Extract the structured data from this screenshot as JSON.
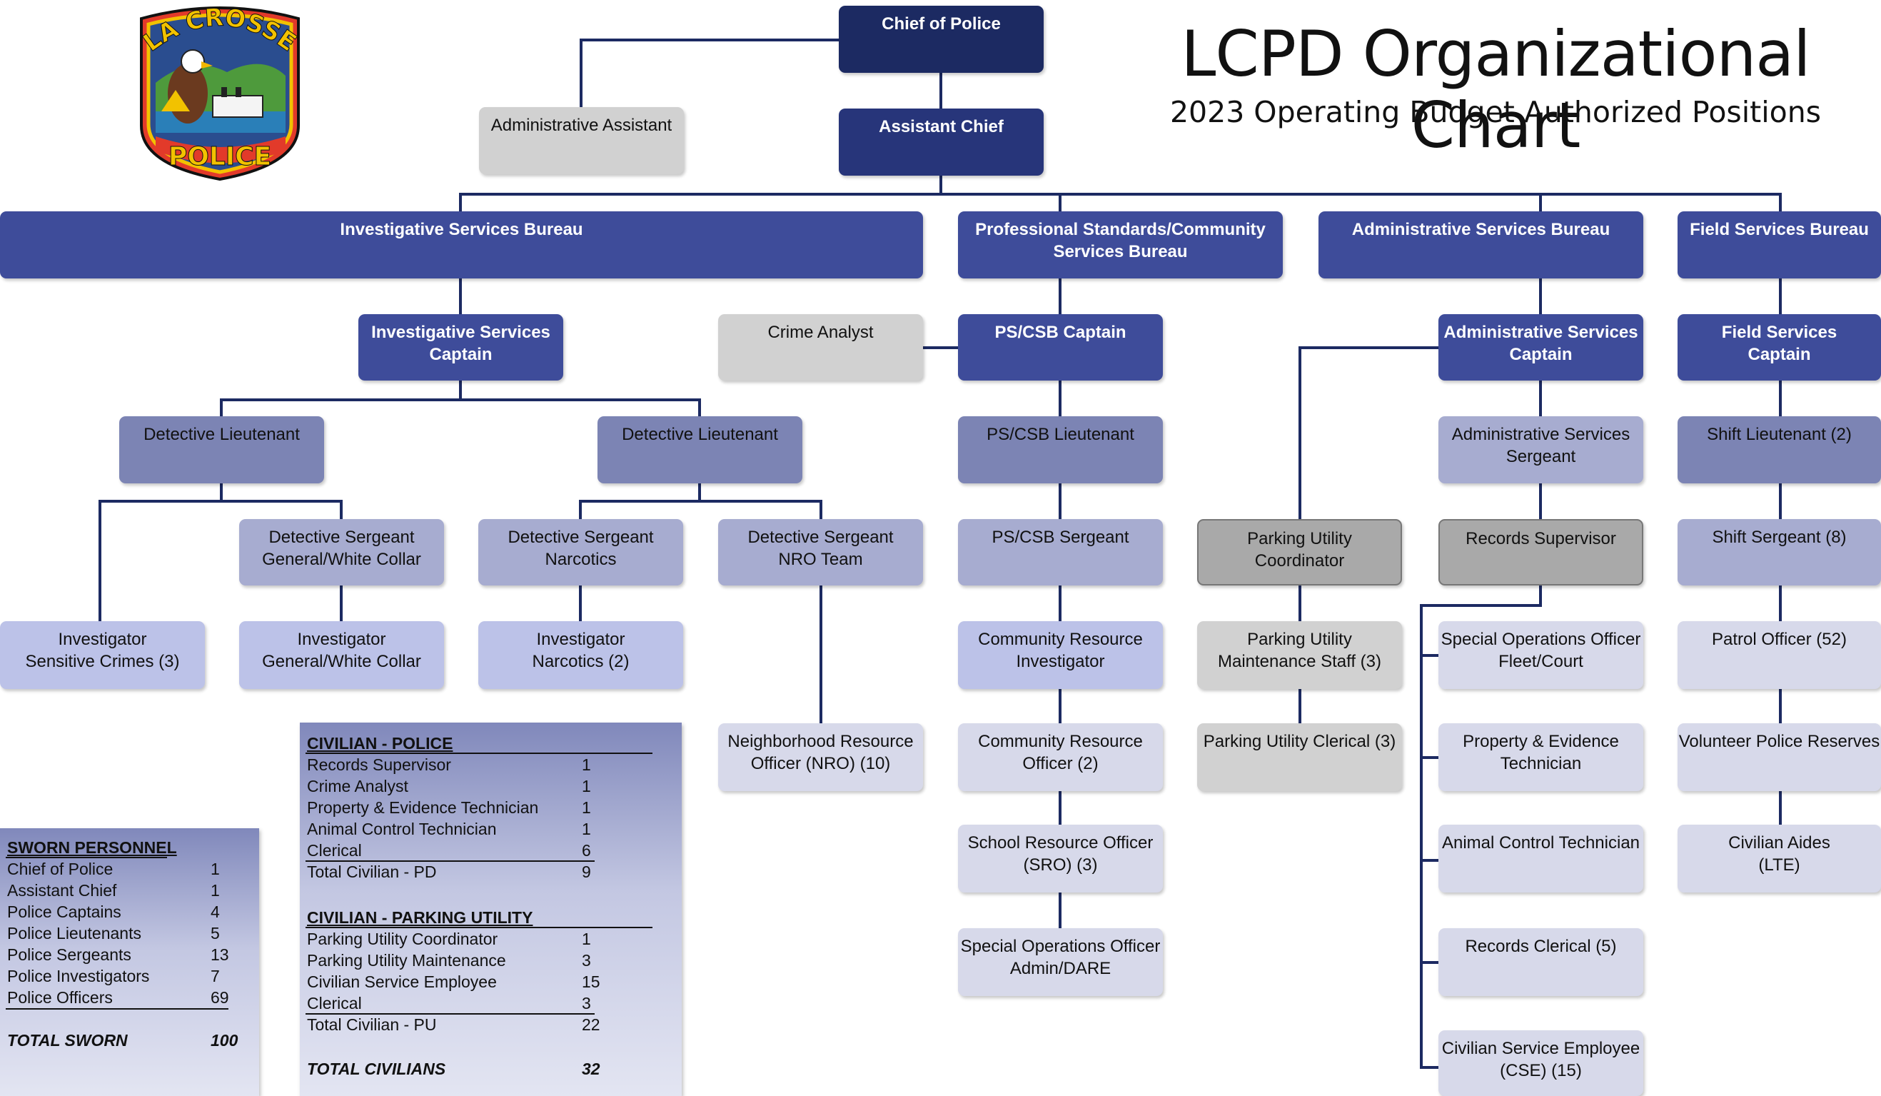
{
  "title": "LCPD Organizational Chart",
  "subtitle": "2023 Operating Budget Authorized Positions",
  "logo": {
    "top_text": "LA CROSSE",
    "bottom_text": "POLICE",
    "icon": "police-badge-icon"
  },
  "colors": {
    "navy": "#1c2a62",
    "bureau": "#3e4c9a",
    "lieutenant": "#7c84b4",
    "sergeant": "#a7acd0",
    "investigator": "#bcc2e8",
    "pale": "#d7d9ea",
    "civilian_gray": "#d1d1d1",
    "civilian_dark": "#a9a9a9",
    "connector": "#1c2a62"
  },
  "boxes": {
    "chief": [
      "Chief of Police"
    ],
    "admin_assistant": [
      "Administrative Assistant"
    ],
    "assistant_chief": [
      "Assistant Chief"
    ],
    "isb": [
      "Investigative Services Bureau"
    ],
    "pscsb": [
      "Professional Standards/Community",
      "Services Bureau"
    ],
    "asb": [
      "Administrative Services Bureau"
    ],
    "fsb": [
      "Field Services Bureau"
    ],
    "is_captain": [
      "Investigative Services",
      "Captain"
    ],
    "crime_analyst": [
      "Crime Analyst"
    ],
    "ps_captain": [
      "PS/CSB Captain"
    ],
    "as_captain": [
      "Administrative Services",
      "Captain"
    ],
    "fs_captain": [
      "Field Services",
      "Captain"
    ],
    "det_lt_1": [
      "Detective Lieutenant"
    ],
    "det_lt_2": [
      "Detective Lieutenant"
    ],
    "ps_lt": [
      "PS/CSB Lieutenant"
    ],
    "as_sgt": [
      "Administrative Services",
      "Sergeant"
    ],
    "shift_lt": [
      "Shift Lieutenant (2)"
    ],
    "det_sgt_gwc": [
      "Detective Sergeant",
      "General/White Collar"
    ],
    "det_sgt_narc": [
      "Detective Sergeant",
      "Narcotics"
    ],
    "det_sgt_nro": [
      "Detective Sergeant",
      "NRO Team"
    ],
    "ps_sgt": [
      "PS/CSB Sergeant"
    ],
    "parking_coord": [
      "Parking Utility",
      "Coordinator"
    ],
    "records_sup": [
      "Records Supervisor"
    ],
    "shift_sgt": [
      "Shift Sergeant (8)"
    ],
    "inv_sensitive": [
      "Investigator",
      "Sensitive Crimes (3)"
    ],
    "inv_gwc": [
      "Investigator",
      "General/White Collar"
    ],
    "inv_narc": [
      "Investigator",
      "Narcotics (2)"
    ],
    "cri": [
      "Community Resource",
      "Investigator"
    ],
    "parking_maint": [
      "Parking Utility",
      "Maintenance Staff (3)"
    ],
    "soo_fleet": [
      "Special Operations Officer",
      "Fleet/Court"
    ],
    "patrol": [
      "Patrol Officer (52)"
    ],
    "nro": [
      "Neighborhood Resource",
      "Officer (NRO) (10)"
    ],
    "cro": [
      "Community Resource",
      "Officer (2)"
    ],
    "parking_clerical": [
      "Parking Utility Clerical (3)"
    ],
    "prop_tech": [
      "Property & Evidence",
      "Technician"
    ],
    "volunteer": [
      "Volunteer Police Reserves"
    ],
    "sro": [
      "School Resource Officer",
      "(SRO) (3)"
    ],
    "animal": [
      "Animal Control Technician"
    ],
    "civ_aides": [
      "Civilian Aides",
      "(LTE)"
    ],
    "soo_dare": [
      "Special Operations Officer",
      "Admin/DARE"
    ],
    "records_clerical": [
      "Records Clerical (5)"
    ],
    "cse": [
      "Civilian Service Employee",
      "(CSE) (15)"
    ]
  },
  "sworn_table": {
    "heading": "SWORN PERSONNEL",
    "rows": [
      {
        "label": "Chief of Police",
        "value": "1"
      },
      {
        "label": "Assistant Chief",
        "value": "1"
      },
      {
        "label": "Police Captains",
        "value": "4"
      },
      {
        "label": "Police Lieutenants",
        "value": "5"
      },
      {
        "label": "Police Sergeants",
        "value": "13"
      },
      {
        "label": "Police Investigators",
        "value": "7"
      },
      {
        "label": "Police Officers",
        "value": "69"
      }
    ],
    "total_label": "TOTAL SWORN",
    "total_value": "100"
  },
  "civilian_table": {
    "police_heading": "CIVILIAN - POLICE",
    "police_rows": [
      {
        "label": "Records Supervisor",
        "value": "1"
      },
      {
        "label": "Crime Analyst",
        "value": "1"
      },
      {
        "label": "Property & Evidence Technician",
        "value": "1"
      },
      {
        "label": "Animal Control Technician",
        "value": "1"
      },
      {
        "label": "Clerical",
        "value": "6"
      }
    ],
    "police_total_label": "Total Civilian - PD",
    "police_total_value": "9",
    "parking_heading": "CIVILIAN - PARKING UTILITY",
    "parking_rows": [
      {
        "label": "Parking Utility Coordinator",
        "value": "1"
      },
      {
        "label": "Parking Utility Maintenance",
        "value": "3"
      },
      {
        "label": "Civilian Service Employee",
        "value": "15"
      },
      {
        "label": "Clerical",
        "value": "3"
      }
    ],
    "parking_total_label": "Total Civilian - PU",
    "parking_total_value": "22",
    "grand_total_label": "TOTAL CIVILIANS",
    "grand_total_value": "32"
  }
}
